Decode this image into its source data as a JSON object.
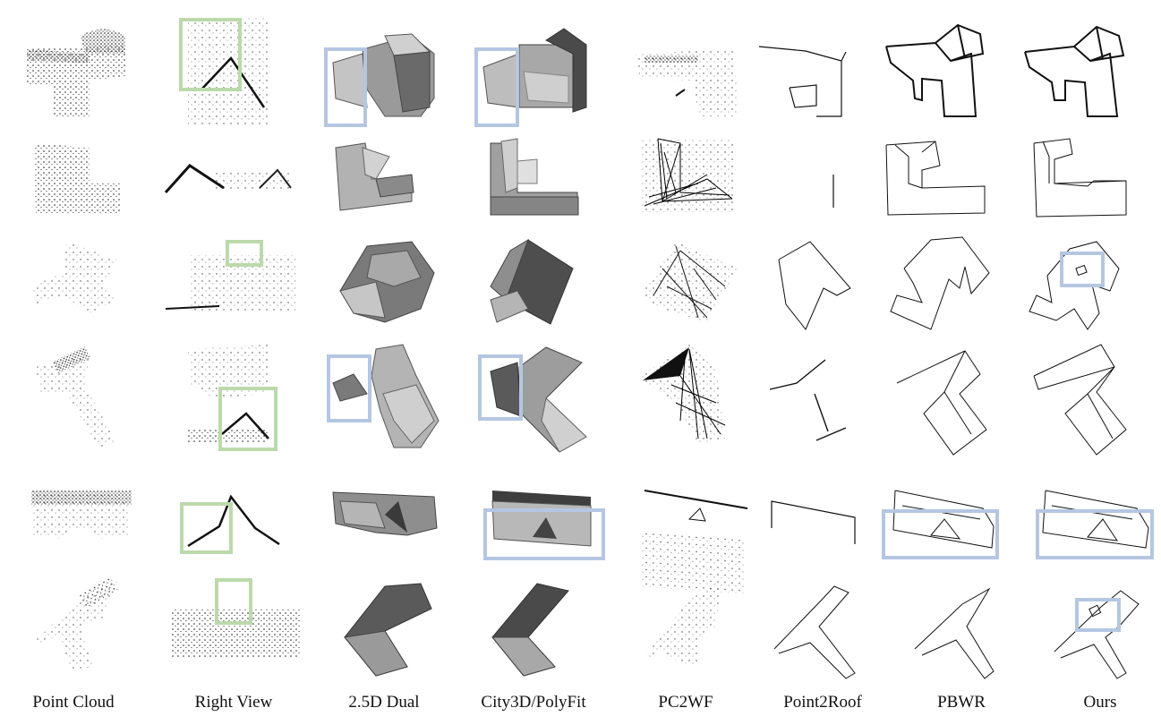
{
  "figure": {
    "columns": [
      {
        "key": "pointcloud",
        "label": "Point Cloud"
      },
      {
        "key": "rightview",
        "label": "Right View"
      },
      {
        "key": "dual",
        "label": "2.5D Dual"
      },
      {
        "key": "city3d",
        "label": "City3D/PolyFit"
      },
      {
        "key": "pc2wf",
        "label": "PC2WF"
      },
      {
        "key": "point2roof",
        "label": "Point2Roof"
      },
      {
        "key": "pbwr",
        "label": "PBWR"
      },
      {
        "key": "ours",
        "label": "Ours"
      }
    ],
    "colors": {
      "highlight_blue": "#b4c6e2",
      "highlight_green": "#bcd9ab",
      "mesh_light": "#b8b8b8",
      "mesh_dark": "#4a4a4a",
      "wire": "#111111",
      "points": "#222222"
    }
  }
}
